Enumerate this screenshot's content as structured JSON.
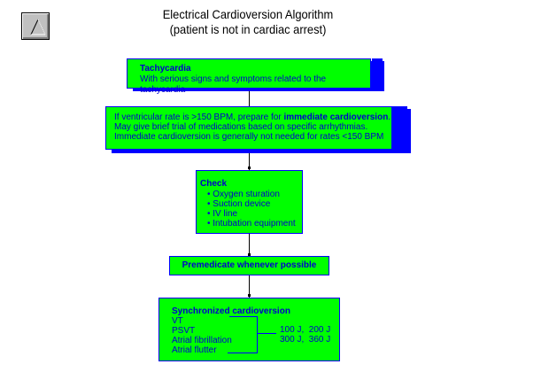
{
  "nav_button": {
    "icon": "triangle-icon",
    "label": "Up"
  },
  "title": {
    "line1": "Electrical Cardioversion Algorithm",
    "line2": "(patient is not in cardiac arrest)"
  },
  "colors": {
    "box_fill": "#00ff00",
    "box_border": "#0000ff",
    "text": "#0000cc",
    "shadow": "#0000ff",
    "connector": "#000000"
  },
  "boxes": {
    "tachycardia": {
      "heading": "Tachycardia",
      "text": "With serious signs and symptoms related to the tachycardia"
    },
    "rate": {
      "line1_prefix": "If ventricular rate is >150 BPM, prepare for ",
      "line1_bold": "immediate cardioversion",
      "line1_suffix": ".",
      "line2": "May give brief trial of medications based on specific arrhythmias.",
      "line3": "Immediate cardioversion is generally not needed for rates <150 BPM"
    },
    "check": {
      "heading": "Check",
      "items": [
        "Oxygen sturation",
        "Suction device",
        "IV line",
        "Intubation equipment"
      ]
    },
    "premedicate": {
      "text": "Premedicate whenever possible"
    },
    "synchronized": {
      "heading": "Synchronized cardioversion",
      "rhythms": [
        "VT",
        "PSVT",
        "Atrial fibrillation",
        "Atrial flutter"
      ],
      "energies": [
        "100 J,  200 J",
        "300 J,  360 J"
      ]
    }
  }
}
